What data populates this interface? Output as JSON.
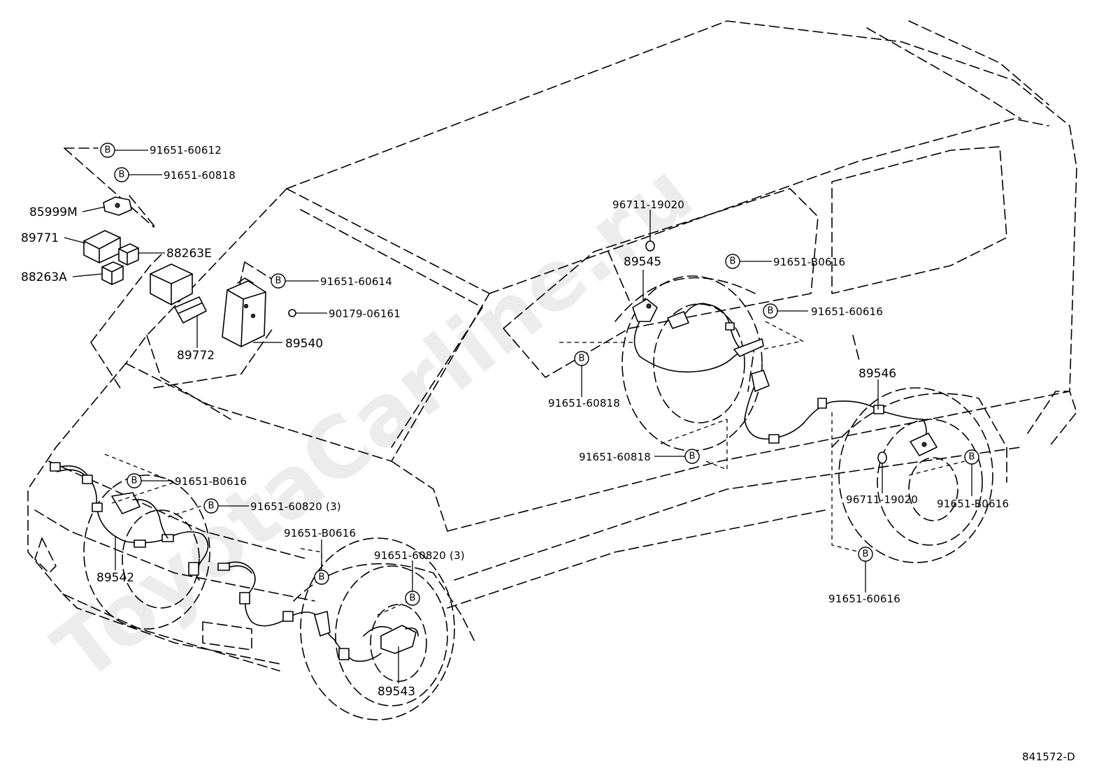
{
  "watermark": "ToyotaCarline.ru",
  "diagram_code": "841572-D",
  "symbol_letter": "B",
  "labels": {
    "p91651_60612": "91651-60612",
    "p91651_60818_a": "91651-60818",
    "p85999M": "85999M",
    "p89771": "89771",
    "p88263E": "88263E",
    "p88263A": "88263A",
    "p91651_60614": "91651-60614",
    "p90179_06161": "90179-06161",
    "p89540": "89540",
    "p89772": "89772",
    "p96711_19020_a": "96711-19020",
    "p89545": "89545",
    "p91651_B0616_a": "91651-B0616",
    "p91651_60616_a": "91651-60616",
    "p91651_60818_b": "91651-60818",
    "p89546": "89546",
    "p91651_60818_c": "91651-60818",
    "p96711_19020_b": "96711-19020",
    "p91651_B0616_b": "91651-B0616",
    "p91651_60616_b": "91651-60616",
    "p91651_B0616_c": "91651-B0616",
    "p91651_60820_a": "91651-60820 (3)",
    "p89542": "89542",
    "p91651_B0616_d": "91651-B0616",
    "p91651_60820_b": "91651-60820 (3)",
    "p89543": "89543"
  }
}
